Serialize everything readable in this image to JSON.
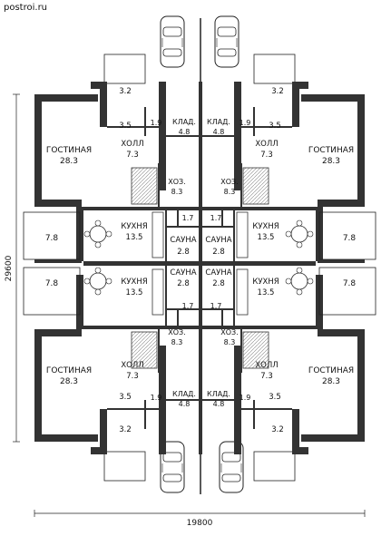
{
  "watermark": "postroi.ru",
  "dimensions": {
    "width": "19800",
    "height": "29600"
  },
  "rooms": {
    "gostinaya": {
      "name": "ГОСТИНАЯ",
      "area": "28.3"
    },
    "holl": {
      "name": "ХОЛЛ",
      "area": "7.3"
    },
    "klad": {
      "name": "КЛАД.",
      "area": "4.8"
    },
    "hoz": {
      "name": "ХОЗ.",
      "area": "8.3"
    },
    "kuhnya": {
      "name": "КУХНЯ",
      "area": "13.5"
    },
    "sauna": {
      "name": "САУНА",
      "area": "2.8"
    },
    "terrace": {
      "area": "7.8"
    },
    "porch": {
      "area": "3.2"
    },
    "vestibule": {
      "area": "3.5"
    },
    "wc": {
      "area": "1.9"
    },
    "shower": {
      "area": "1.7"
    }
  }
}
